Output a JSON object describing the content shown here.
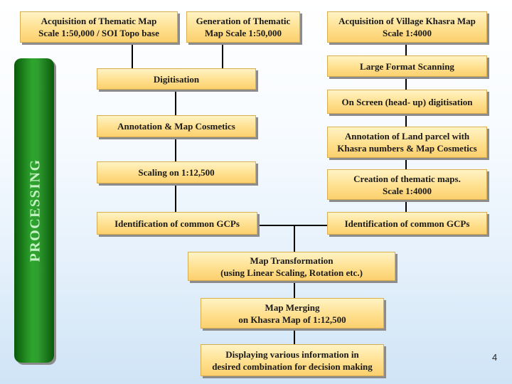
{
  "sidebar_label": "PROCESSING",
  "page_number": "4",
  "boxes": {
    "acq_thematic": [
      "Acquisition of Thematic Map",
      "Scale 1:50,000 / SOI Topo base"
    ],
    "gen_thematic": [
      "Generation of Thematic",
      "Map Scale 1:50,000"
    ],
    "acq_village": [
      "Acquisition of Village Khasra Map",
      "Scale 1:4000"
    ],
    "digitisation": [
      "Digitisation"
    ],
    "large_scan": [
      "Large Format Scanning"
    ],
    "onscreen_digit": [
      "On Screen (head- up) digitisation"
    ],
    "annotation_left": [
      "Annotation & Map Cosmetics"
    ],
    "annotation_right": [
      "Annotation of Land parcel with",
      "Khasra numbers & Map Cosmetics"
    ],
    "scaling": [
      "Scaling on 1:12,500"
    ],
    "creation_thematic": [
      "Creation of thematic maps.",
      "Scale 1:4000"
    ],
    "gcp_left": [
      "Identification of common GCPs"
    ],
    "gcp_right": [
      "Identification of common GCPs"
    ],
    "map_transform": [
      "Map Transformation",
      "(using Linear Scaling, Rotation etc.)"
    ],
    "map_merging": [
      "Map Merging",
      "on Khasra Map of 1:12,500"
    ],
    "displaying": [
      "Displaying various information in",
      "desired combination for decision making"
    ]
  }
}
